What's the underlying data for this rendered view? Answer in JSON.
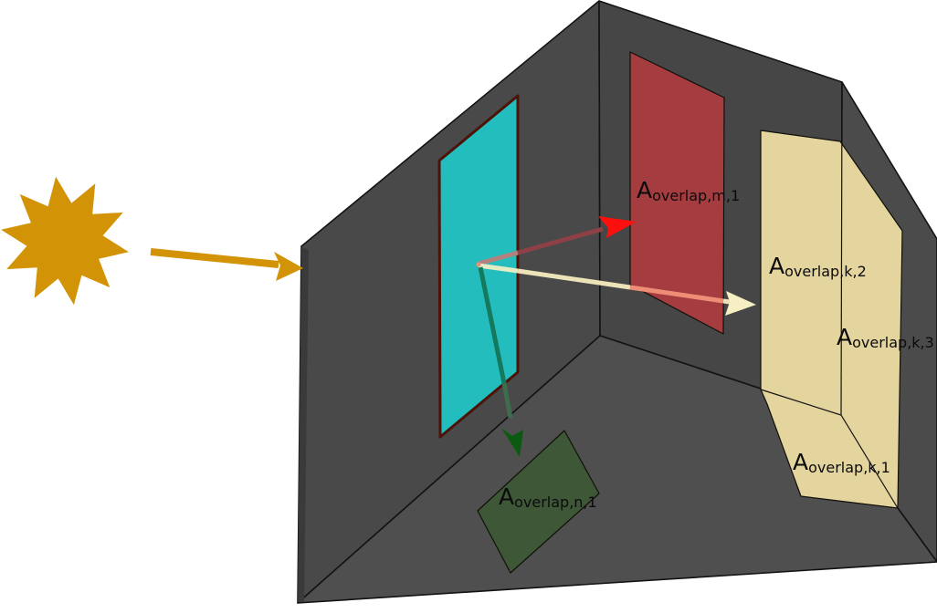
{
  "diagram": {
    "type": "3d-room-solar-overlap-illustration",
    "labels": {
      "m1": {
        "base": "A",
        "sub": "overlap,m,1"
      },
      "k2": {
        "base": "A",
        "sub": "overlap,k,2"
      },
      "k3": {
        "base": "A",
        "sub": "overlap,k,3"
      },
      "k1": {
        "base": "A",
        "sub": "overlap,k,1"
      },
      "n1": {
        "base": "A",
        "sub": "overlap,n,1"
      }
    },
    "icons": {
      "sun": "sun-starburst-icon"
    }
  },
  "colors": {
    "background": "#ffffff",
    "wall_left": "#494949",
    "wall_right": "#464646",
    "wall_angled": "#4b4b4b",
    "floor": "#4f4f4f",
    "wall_edge_shade": "#3a3a3a",
    "window_fill": "#23bdbd",
    "window_border": "#4d1208",
    "panel_red": "#a43c40",
    "panel_tan": "#e4d59e",
    "panel_green": "#3d5737",
    "sun_gold": "#d29306",
    "arrow_red_head": "#fb100d",
    "arrow_red_shaft_on_window": "#b3827e",
    "arrow_red_shaft_on_wall": "#8d4046",
    "arrow_cream_head": "#f6efc4",
    "arrow_cream_shaft": "#ece3b8",
    "arrow_cream_shaft_on_window": "#e4ecc3",
    "arrow_cream_shaft_on_red": "#ee8e77",
    "arrow_green_head": "#0b5a11",
    "arrow_green_shaft_on_window": "#14795d",
    "arrow_green_shaft_on_wall": "#406c4e",
    "origin_dot": "#ee8e77"
  }
}
